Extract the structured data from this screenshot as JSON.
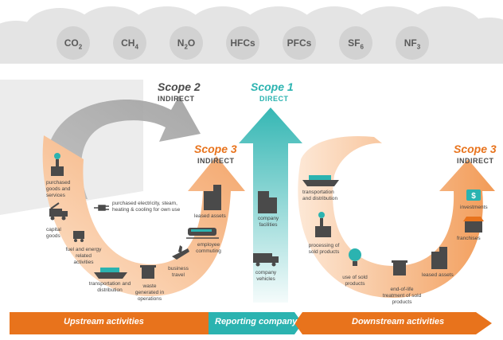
{
  "gases": [
    {
      "base": "CO",
      "sub": "2"
    },
    {
      "base": "CH",
      "sub": "4"
    },
    {
      "base": "N",
      "sub": "2",
      "rest": "O"
    },
    {
      "base": "HFCs"
    },
    {
      "base": "PFCs"
    },
    {
      "base": "SF",
      "sub": "6"
    },
    {
      "base": "NF",
      "sub": "3"
    }
  ],
  "scope2": {
    "title": "Scope 2",
    "subtitle": "INDIRECT"
  },
  "scope1": {
    "title": "Scope 1",
    "subtitle": "DIRECT"
  },
  "scope3_upstream": {
    "title": "Scope 3",
    "subtitle": "INDIRECT"
  },
  "scope3_downstream": {
    "title": "Scope 3",
    "subtitle": "INDIRECT"
  },
  "labels": {
    "purchased_goods": "purchased goods and services",
    "capital_goods": "capital goods",
    "fuel_energy": "fuel and energy related activities",
    "upstream_transport": "transportation and distribution",
    "waste": "waste generated in operations",
    "business_travel": "business travel",
    "employee_commuting": "employee commuting",
    "leased_assets_up": "leased assets",
    "purchased_electricity": "purchased electricity, steam, heating & cooling for own use",
    "company_facilities": "company facilities",
    "company_vehicles": "company vehicles",
    "downstream_transport": "transportation and distribution",
    "processing": "processing of sold products",
    "use_of_sold": "use of sold products",
    "end_of_life": "end-of-life treatment of sold products",
    "leased_assets_down": "leased assets",
    "franchises": "franchises",
    "investments": "investments"
  },
  "bottom": {
    "upstream": "Upstream activities",
    "reporting": "Reporting company",
    "downstream": "Downstream activities"
  },
  "colors": {
    "orange": "#e8731c",
    "teal": "#2bb3b0",
    "grey": "#c9c9c9",
    "peach": "#f7c9a0",
    "icon": "#4a4a4a"
  }
}
